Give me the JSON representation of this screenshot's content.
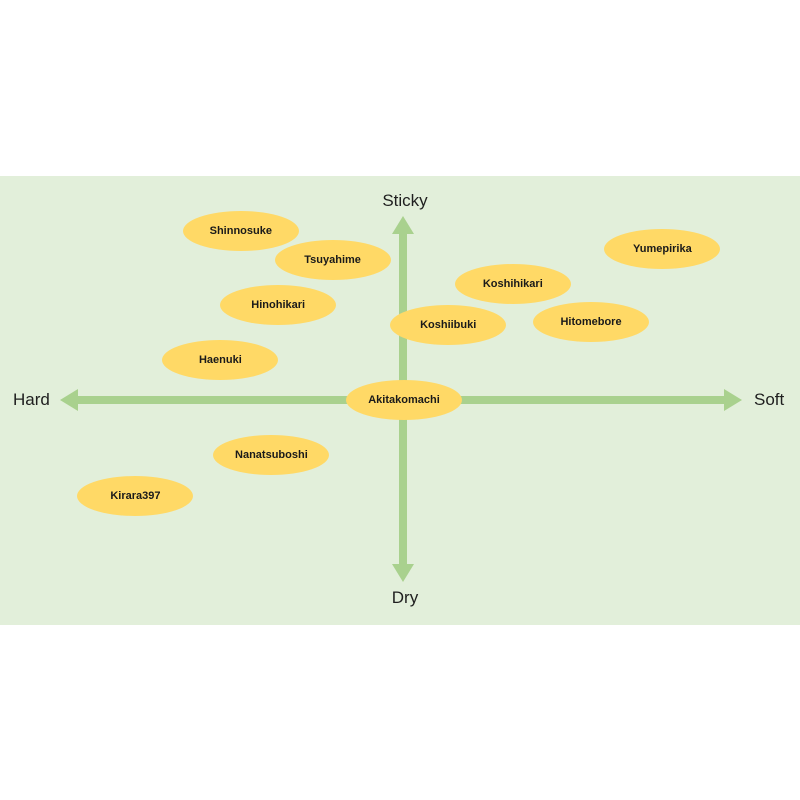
{
  "page": {
    "background": "#ffffff"
  },
  "panel": {
    "background": "#e2efda"
  },
  "axes": {
    "color": "#a9d18e",
    "label_color": "#1f1f1f"
  },
  "bubble_style": {
    "fill": "#ffd966",
    "text_color": "#1a1a1a"
  },
  "chart_data": {
    "type": "scatter",
    "title": "",
    "x_axis": {
      "min_label": "Hard",
      "max_label": "Soft",
      "range": [
        -1,
        1
      ]
    },
    "y_axis": {
      "min_label": "Dry",
      "max_label": "Sticky",
      "range": [
        -1,
        1
      ]
    },
    "legend": [],
    "grid": false,
    "points": [
      {
        "label": "Shinnosuke",
        "x": -0.48,
        "y": 0.93
      },
      {
        "label": "Tsuyahime",
        "x": -0.21,
        "y": 0.77
      },
      {
        "label": "Yumepirika",
        "x": 0.76,
        "y": 0.83
      },
      {
        "label": "Koshihikari",
        "x": 0.32,
        "y": 0.64
      },
      {
        "label": "Hinohikari",
        "x": -0.37,
        "y": 0.52
      },
      {
        "label": "Koshiibuki",
        "x": 0.13,
        "y": 0.41
      },
      {
        "label": "Hitomebore",
        "x": 0.55,
        "y": 0.43
      },
      {
        "label": "Haenuki",
        "x": -0.54,
        "y": 0.22
      },
      {
        "label": "Akitakomachi",
        "x": 0.0,
        "y": 0.0
      },
      {
        "label": "Nanatsuboshi",
        "x": -0.39,
        "y": -0.3
      },
      {
        "label": "Kirara397",
        "x": -0.79,
        "y": -0.53
      }
    ]
  }
}
